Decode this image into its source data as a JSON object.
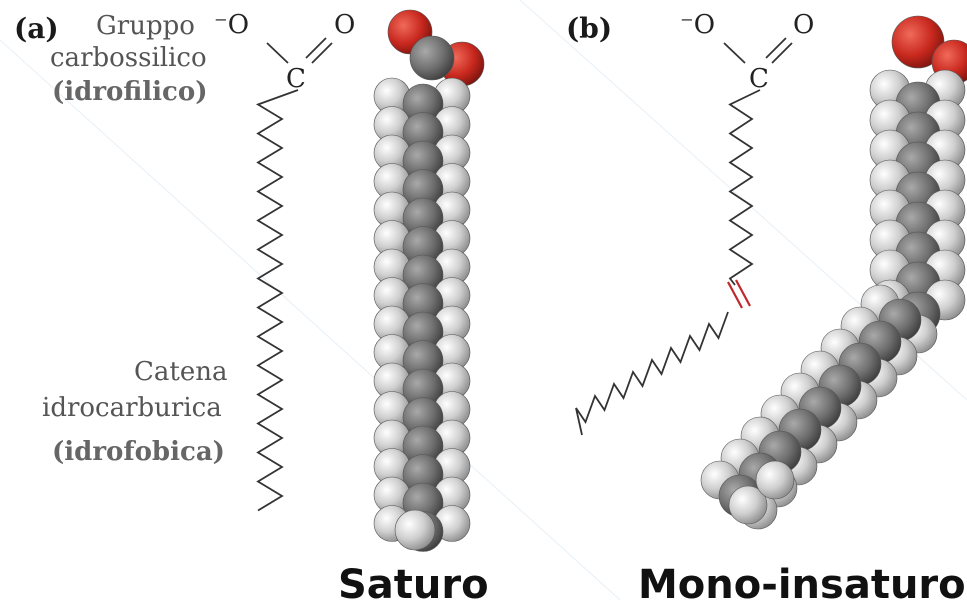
{
  "panel_a": {
    "tag": "(a)",
    "group_line1": "Gruppo",
    "group_line2": "carbossilico",
    "group_line3": "(idrofilico)",
    "chain_line1": "Catena",
    "chain_line2": "idrocarburica",
    "chain_line3": "(idrofobica)",
    "caption": "Saturo"
  },
  "panel_b": {
    "tag": "(b)",
    "caption": "Mono-insaturo"
  },
  "chem": {
    "o_minus": "⁻O",
    "o": "O",
    "c": "C"
  },
  "colors": {
    "oxygen": "#c8281e",
    "carbon": "#7a7a7a",
    "hydrogen": "#d6d6d6",
    "double_bond": "#c0282a",
    "bond": "#333333"
  }
}
